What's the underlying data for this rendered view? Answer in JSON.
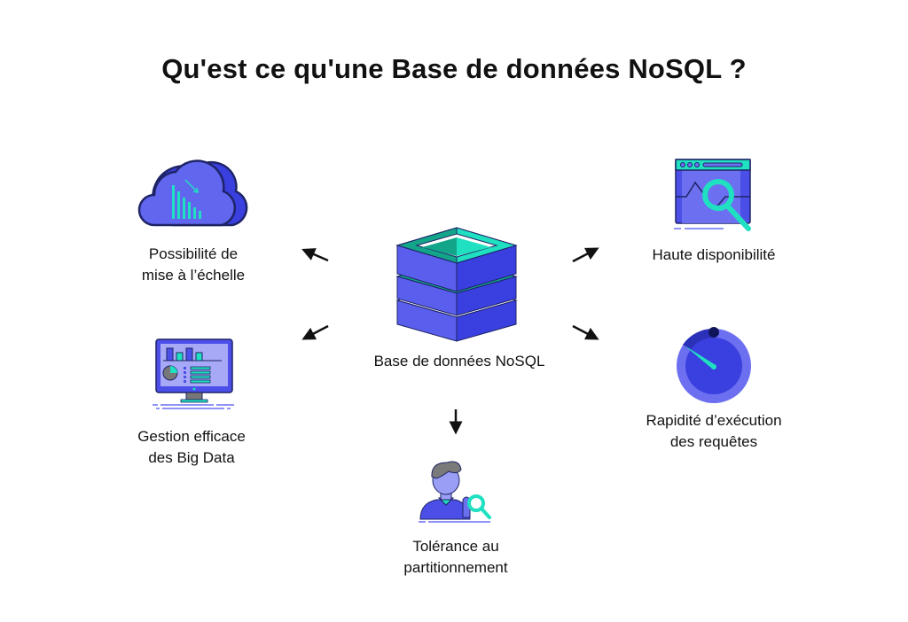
{
  "title": "Qu'est ce qu'une Base de données NoSQL ?",
  "center": {
    "label": "Base de données NoSQL",
    "icon": "database-stack-icon"
  },
  "nodes": [
    {
      "id": "scalability",
      "lines": [
        "Possibilité de",
        "mise à l’échelle"
      ],
      "icon": "cloud-chart-icon"
    },
    {
      "id": "big-data",
      "lines": [
        "Gestion efficace",
        "des Big Data"
      ],
      "icon": "monitor-dashboard-icon"
    },
    {
      "id": "availability",
      "lines": [
        "Haute disponibilité"
      ],
      "icon": "browser-magnifier-icon"
    },
    {
      "id": "speed",
      "lines": [
        "Rapidité d’exécution",
        "des requêtes"
      ],
      "icon": "speedometer-icon"
    },
    {
      "id": "partition",
      "lines": [
        "Tolérance au",
        "partitionnement"
      ],
      "icon": "person-magnifier-icon"
    }
  ],
  "colors": {
    "primary": "#4B4FE8",
    "light": "#6C70F0",
    "accent": "#1FE0C0",
    "dark": "#1E2466"
  }
}
